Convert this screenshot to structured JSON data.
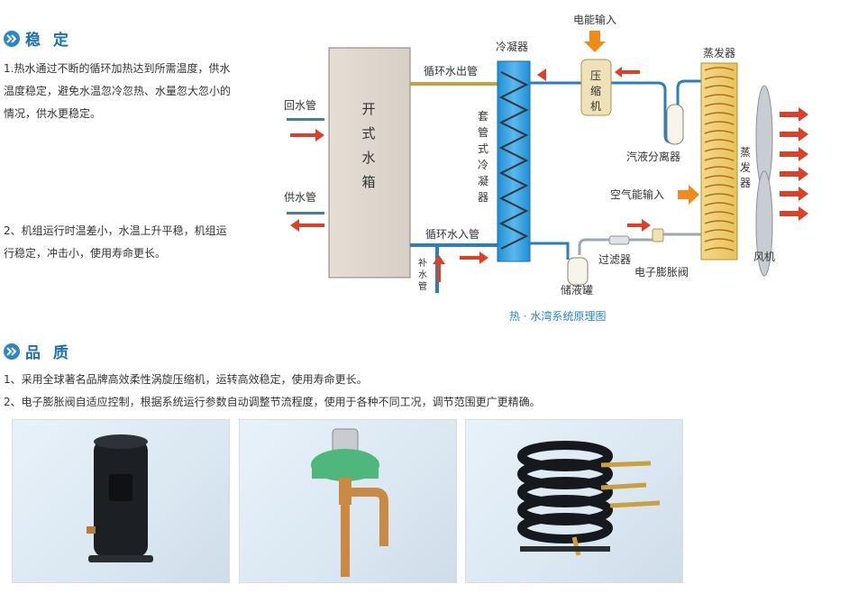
{
  "section1": {
    "title": "稳 定",
    "p1": "1.热水通过不断的循环加热达到所需温度，供水温度稳定，避免水温忽冷忽热、水量忽大忽小的情况，供水更稳定。",
    "p2": "2、机组运行时温差小，水温上升平稳，机组运行稳定，冲击小，使用寿命更长。"
  },
  "diagram": {
    "power_input": "电能输入",
    "condenser": "冷凝器",
    "evaporator": "蒸发器",
    "outflow_pipe": "循环水出管",
    "inflow_pipe": "循环水入管",
    "return_pipe": "回水管",
    "supply_pipe": "供水管",
    "tank": [
      "开",
      "式",
      "水",
      "箱"
    ],
    "sleeve_condenser": [
      "套",
      "管",
      "式",
      "冷",
      "凝",
      "器"
    ],
    "compressor": [
      "压",
      "缩",
      "机"
    ],
    "separator": "汽液分离器",
    "air_input": "空气能输入",
    "evap_vertical": [
      "蒸",
      "发",
      "器"
    ],
    "fan": "风机",
    "filter": "过滤器",
    "expansion_valve": "电子膨胀阀",
    "receiver": "储液罐",
    "makeup_pipe": [
      "补",
      "水",
      "管"
    ],
    "caption": "热 · 水湾系统原理图"
  },
  "section2": {
    "title": "品 质",
    "line1": "1、采用全球著名品牌高效柔性涡旋压缩机，运转高效稳定，使用寿命更长。",
    "line2": "2、电子膨胀阀自适应控制，根据系统运行参数自动调整节流程度，使用于各种不同工况，调节范围更广更精确。"
  },
  "colors": {
    "accent": "#2a86c8",
    "heading": "#1f6fb3",
    "arrow_red": "#d9412b",
    "arrow_orange": "#f08a1c"
  }
}
